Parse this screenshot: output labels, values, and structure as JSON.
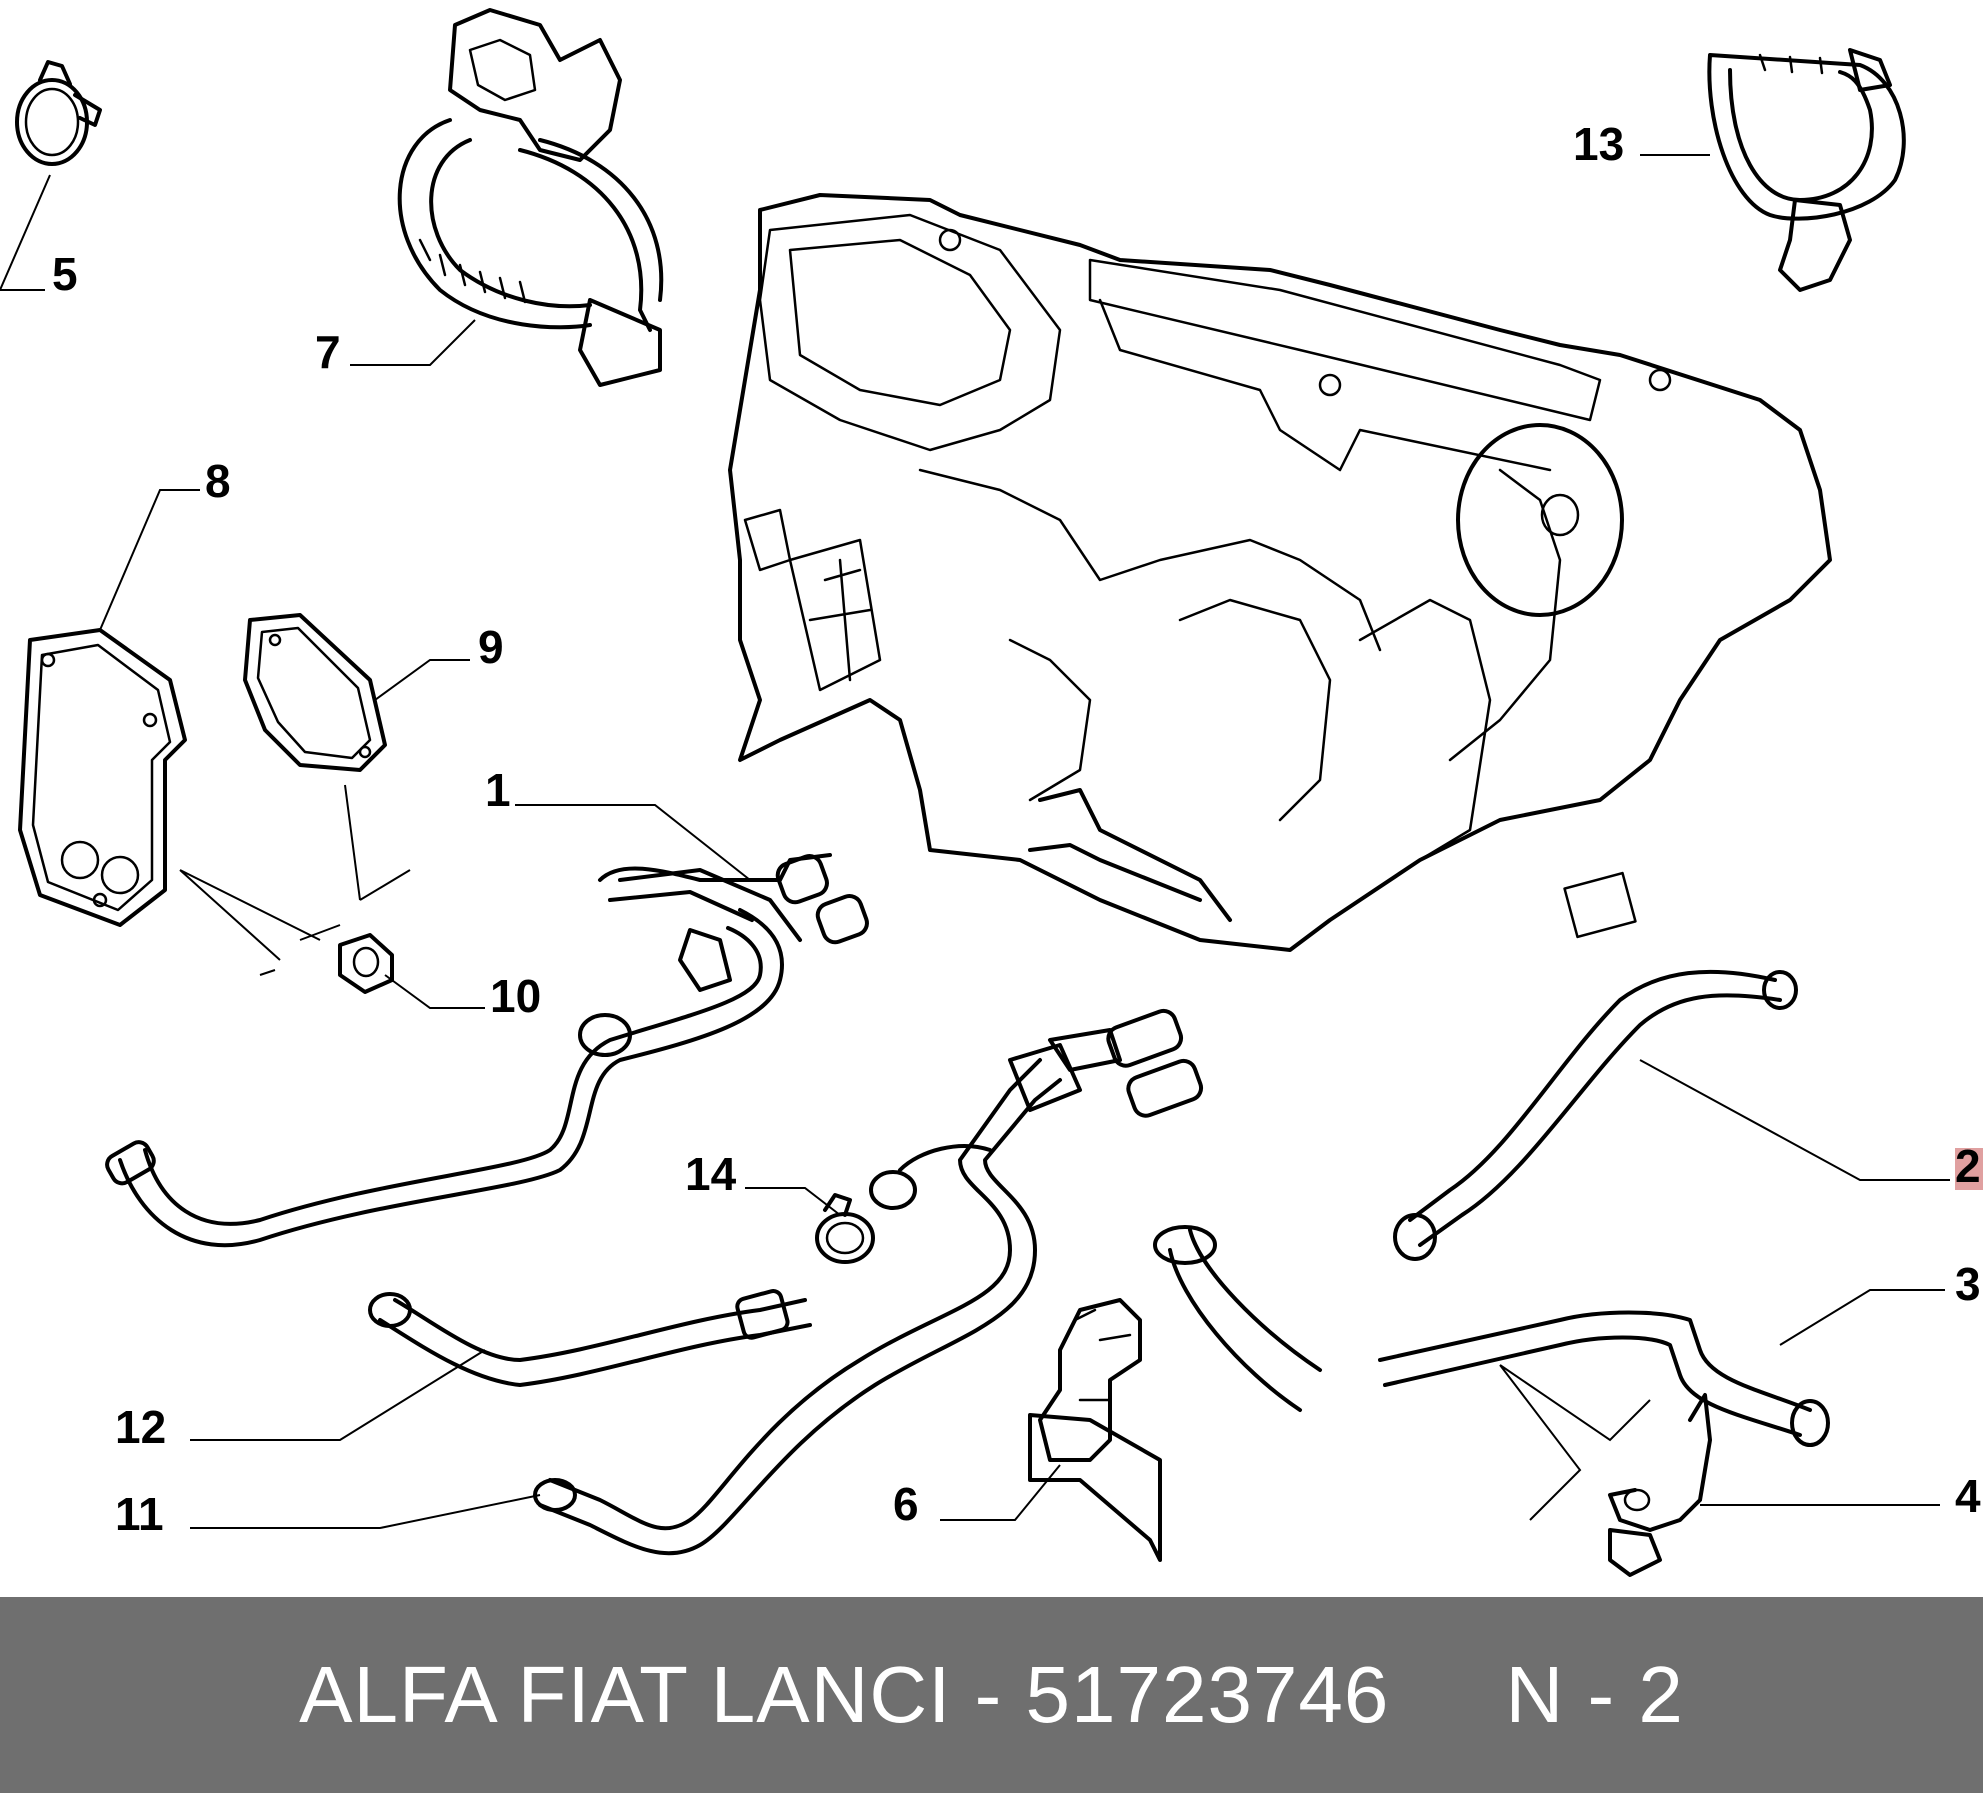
{
  "labels": {
    "p1": "1",
    "p2": "2",
    "p3": "3",
    "p4": "4",
    "p5": "5",
    "p6": "6",
    "p7": "7",
    "p8": "8",
    "p9": "9",
    "p10": "10",
    "p11": "11",
    "p12": "12",
    "p13": "13",
    "p14": "14"
  },
  "highlighted_label": "2",
  "footer": {
    "brand": "ALFA FIAT LANCI",
    "separator": "-",
    "part_number": "51723746",
    "position_ref": "N - 2"
  },
  "colors": {
    "footer_bg": "#6f6f6f",
    "footer_text": "#ffffff",
    "highlight": "#e0a0a0"
  }
}
